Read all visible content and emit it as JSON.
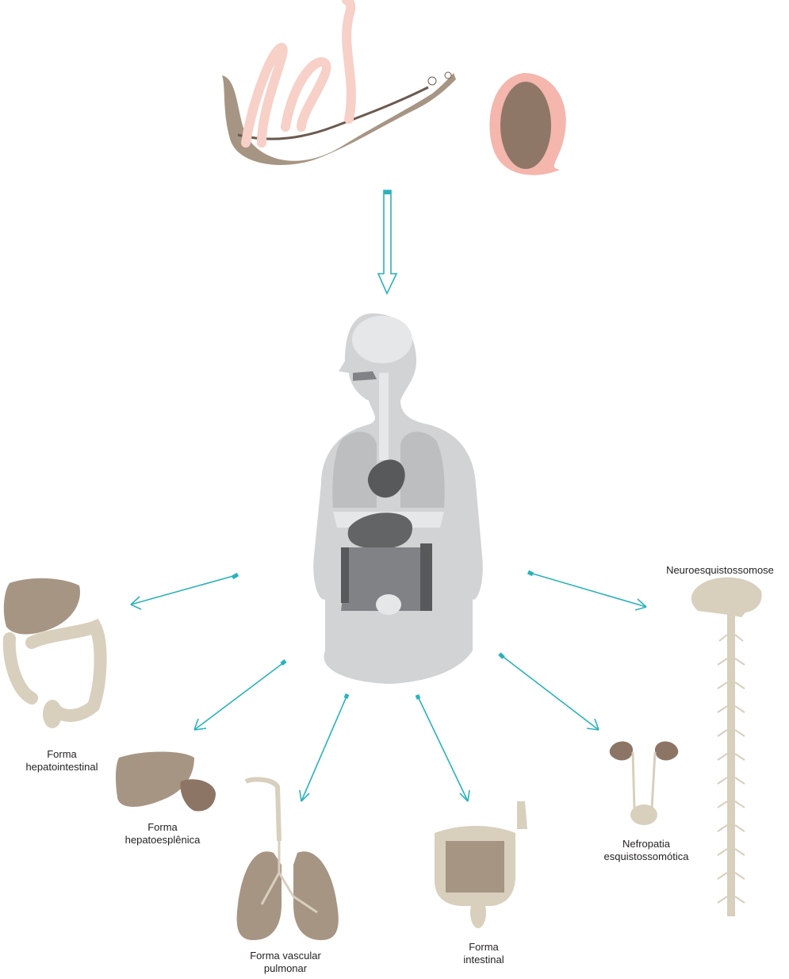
{
  "labels": {
    "hepatointestinal": [
      "Forma",
      "hepatointestinal"
    ],
    "hepatoesplenica": [
      "Forma",
      "hepatoesplênica"
    ],
    "vascular_pulmonar": [
      "Forma vascular",
      "pulmonar"
    ],
    "intestinal": [
      "Forma",
      "intestinal"
    ],
    "nefropatia": [
      "Nefropatia",
      "esquistossomótica"
    ],
    "neuro": "Neuroesquistossomose"
  },
  "colors": {
    "worm_body": "#a79584",
    "worm_pink": "#f7d0c8",
    "egg_pink": "#f4b6ad",
    "egg_core": "#8e7767",
    "body_light": "#d1d3d4",
    "organ_dark": "#636466",
    "organ_mid": "#808285",
    "organ_tan": "#a79584",
    "organ_tan_dark": "#8c7565",
    "organ_cream": "#d8cfbd",
    "arrow_teal": "#2bb2bb"
  }
}
